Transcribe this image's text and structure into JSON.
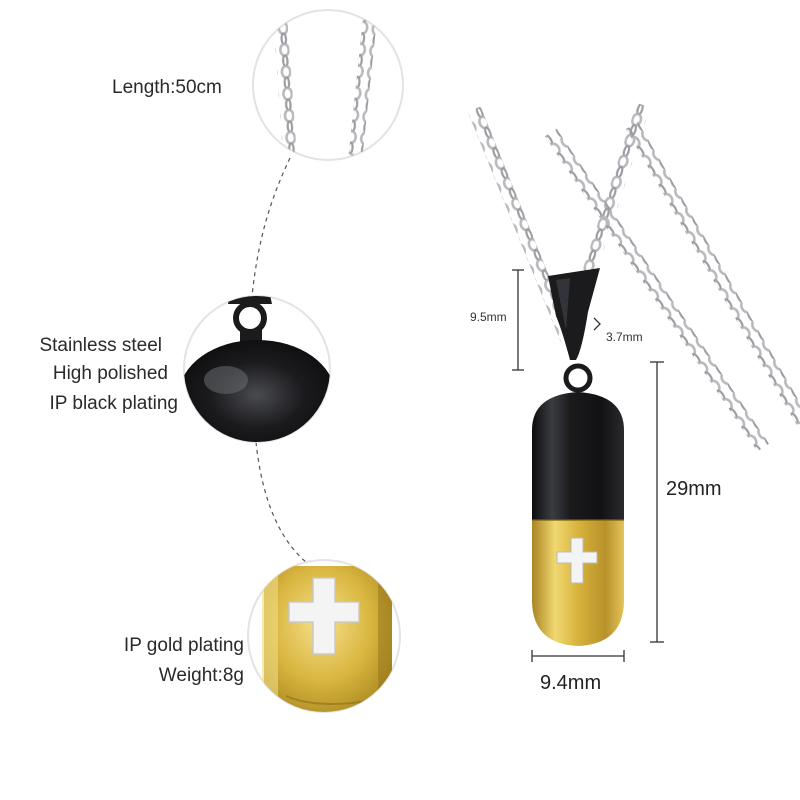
{
  "callouts": {
    "length": "Length:50cm",
    "material_line1": "Stainless steel",
    "material_line2": "High polished",
    "material_line3": "IP black plating",
    "gold_line1": "IP gold plating",
    "gold_line2": "Weight:8g"
  },
  "dimensions": {
    "bail_height": "9.5mm",
    "bail_width": "3.7mm",
    "pendant_height": "29mm",
    "pendant_width": "9.4mm"
  },
  "colors": {
    "chain": "#b9b9bd",
    "black_plating": "#1b1b1e",
    "gold_plating": "#d8b53c",
    "cross": "#f4f4f4",
    "circle_border": "#e3e3e3"
  }
}
